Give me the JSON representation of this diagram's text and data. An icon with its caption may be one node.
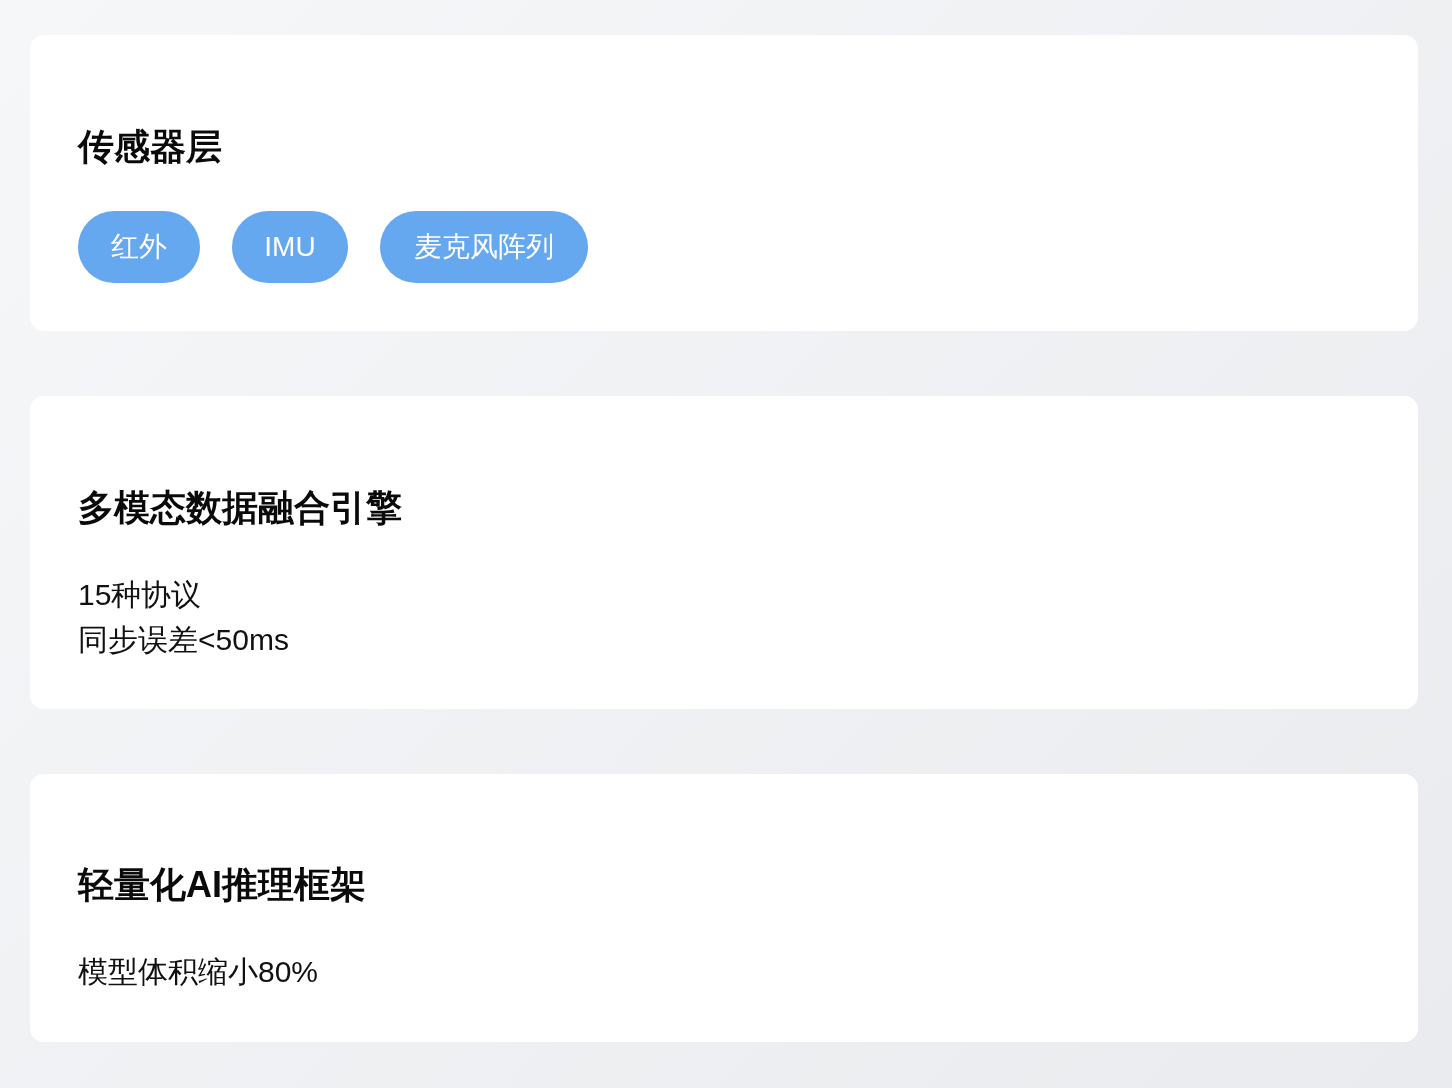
{
  "diagram": {
    "nodes": [
      {
        "text": [
          "传感器层"
        ]
      },
      {
        "text": [
          "红外"
        ],
        "in": 0
      },
      {
        "text": [
          "IMU"
        ],
        "in": 0
      },
      {
        "text": [
          "麦克风阵列"
        ],
        "in": 0
      },
      {
        "text": [
          "多模态数据融合引擎",
          "15种协议",
          "同步误差<50ms"
        ]
      },
      {
        "text": [
          "轻量化AI推理框架",
          "模型体积缩小80%"
        ]
      }
    ]
  }
}
